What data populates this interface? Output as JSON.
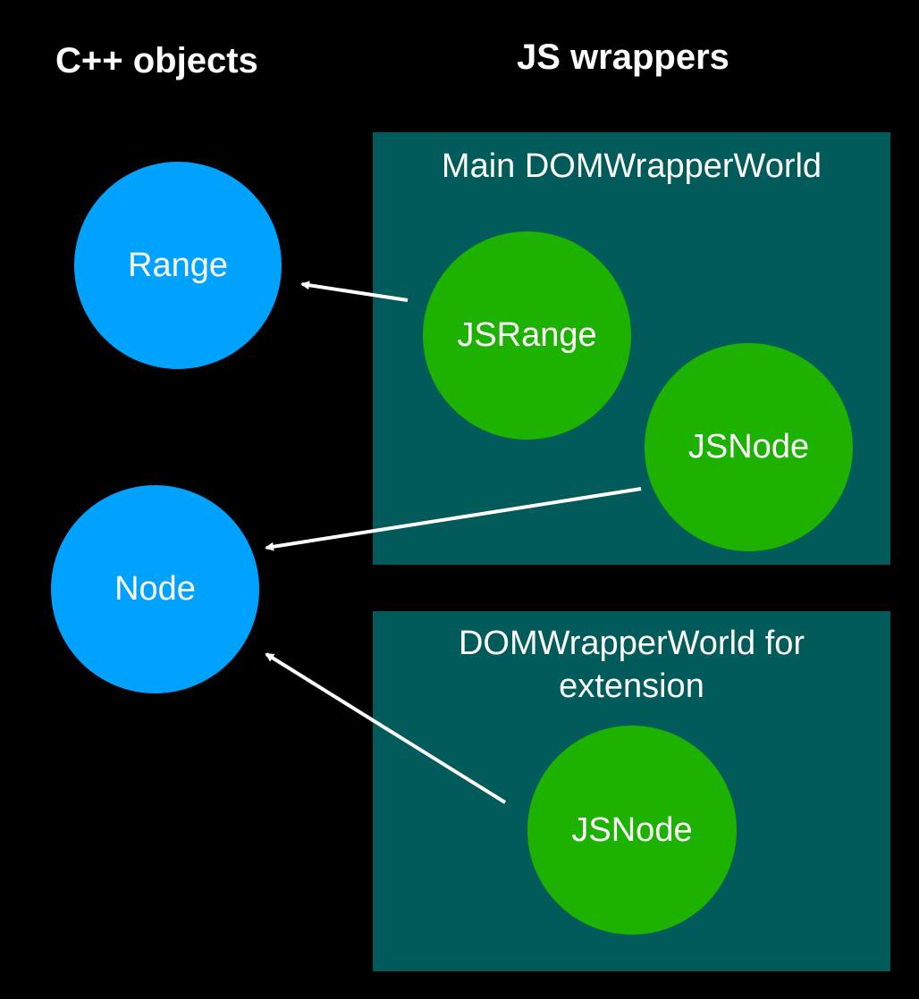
{
  "headings": {
    "cpp_objects": "C++ objects",
    "js_wrappers": "JS wrappers"
  },
  "worlds": {
    "main": {
      "title": "Main DOMWrapperWorld"
    },
    "extension": {
      "title": "DOMWrapperWorld for extension"
    }
  },
  "cpp_nodes": {
    "range": "Range",
    "node": "Node"
  },
  "js_nodes": {
    "jsrange": "JSRange",
    "jsnode_main": "JSNode",
    "jsnode_ext": "JSNode"
  },
  "colors": {
    "background": "#000000",
    "world_fill": "#005b5a",
    "cpp_object": "#00a2ff",
    "js_wrapper": "#1db100",
    "arrow": "#ffffff"
  }
}
